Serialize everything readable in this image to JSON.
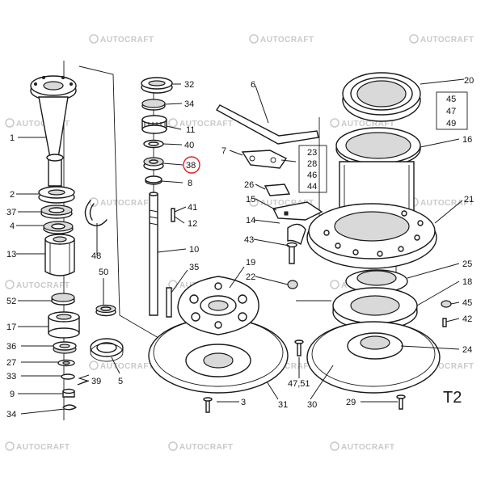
{
  "watermark": {
    "text": "AUTOCRAFT"
  },
  "page_tag": "T2",
  "highlighted_part": "38",
  "parts": {
    "p1": "1",
    "p2": "2",
    "p37": "37",
    "p4": "4",
    "p13": "13",
    "p48": "48",
    "p52": "52",
    "p17": "17",
    "p36": "36",
    "p27": "27",
    "p33": "33",
    "p9": "9",
    "p34": "34",
    "p39": "39",
    "p50": "50",
    "p5": "5",
    "p32": "32",
    "p34b": "34",
    "p11": "11",
    "p40": "40",
    "p38": "38",
    "p8": "8",
    "p41": "41",
    "p12": "12",
    "p10": "10",
    "p35": "35",
    "p6": "6",
    "p7": "7",
    "p23": "23",
    "p28": "28",
    "p46": "46",
    "p44": "44",
    "p26": "26",
    "p15": "15",
    "p14": "14",
    "p43": "43",
    "p19": "19",
    "p22": "22",
    "p3": "3",
    "p31": "31",
    "p4751": "47,51",
    "p20": "20",
    "p45": "45",
    "p47": "47",
    "p49": "49",
    "p16": "16",
    "p21": "21",
    "p25": "25",
    "p18": "18",
    "p45b": "45",
    "p42": "42",
    "p24": "24",
    "p29": "29",
    "p30": "30"
  }
}
